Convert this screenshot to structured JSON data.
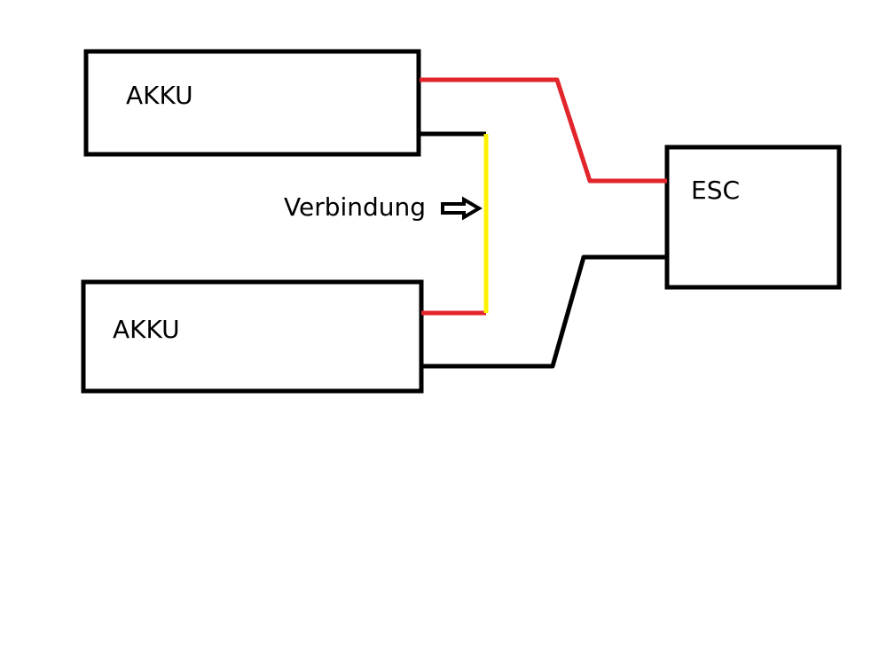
{
  "diagram": {
    "nodes": [
      {
        "id": "akku1",
        "label": "AKKU"
      },
      {
        "id": "akku2",
        "label": "AKKU"
      },
      {
        "id": "esc",
        "label": "ESC"
      }
    ],
    "annotation": {
      "label": "Verbindung",
      "icon": "arrow-right-outline-icon"
    },
    "wires": [
      {
        "from": "akku1",
        "to": "esc",
        "polarity": "positive",
        "color": "#e2242b"
      },
      {
        "from": "akku2",
        "to": "esc",
        "polarity": "negative",
        "color": "#000000"
      },
      {
        "from": "akku1",
        "to": "akku2",
        "polarity": "series-link",
        "color": "#fff200",
        "note": "black of AKKU 1 to red of AKKU 2"
      }
    ],
    "colors": {
      "red": "#e2242b",
      "black": "#000000",
      "yellow": "#fff200",
      "background": "#ffffff"
    }
  }
}
